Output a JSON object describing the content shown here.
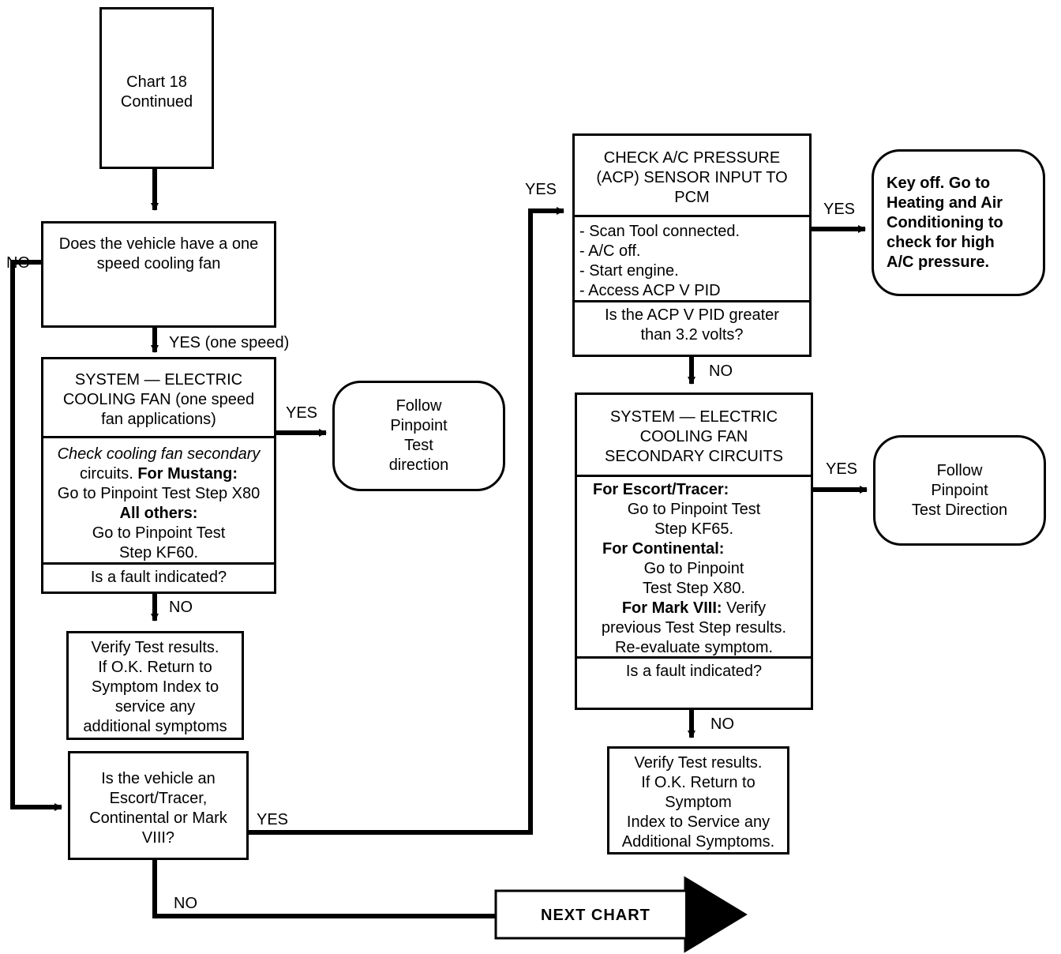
{
  "start": {
    "line1": "Chart 18",
    "line2": "Continued"
  },
  "q_one_speed": {
    "line1": "Does the vehicle have a one",
    "line2": "speed cooling fan"
  },
  "sys_fan": {
    "title": [
      "SYSTEM — ELECTRIC",
      "COOLING FAN (one speed",
      "fan applications)"
    ],
    "body1": "Check cooling fan secondary",
    "body2a": "circuits.",
    "body2b": "For Mustang:",
    "body3": "Go to Pinpoint Test Step X80",
    "body4": "All others:",
    "body5": "Go to Pinpoint Test",
    "body6": "Step KF60.",
    "question": "Is a fault indicated?"
  },
  "follow1": [
    "Follow",
    "Pinpoint",
    "Test",
    "direction"
  ],
  "verify1": [
    "Verify Test results.",
    "If O.K. Return to",
    "Symptom Index to",
    "service any",
    "additional symptoms"
  ],
  "q_vehicle": [
    "Is the vehicle an",
    "Escort/Tracer,",
    "Continental or Mark",
    "VIII?"
  ],
  "acp": {
    "title": [
      "CHECK A/C PRESSURE",
      "(ACP) SENSOR INPUT TO",
      "PCM"
    ],
    "steps": [
      "- Scan Tool connected.",
      "- A/C off.",
      "- Start engine.",
      "- Access ACP V PID"
    ],
    "question": [
      "Is the ACP V PID greater",
      "than 3.2 volts?"
    ]
  },
  "keyoff": [
    "Key off. Go to",
    "Heating and Air",
    "Conditioning to",
    "check for high",
    "A/C pressure."
  ],
  "sys_secondary": {
    "title": [
      "SYSTEM — ELECTRIC",
      "COOLING FAN",
      "SECONDARY CIRCUITS"
    ],
    "b1": "For Escort/Tracer:",
    "b2": "Go to Pinpoint Test",
    "b3": "Step KF65.",
    "b4": "For Continental:",
    "b5": "Go to Pinpoint",
    "b6": "Test Step X80.",
    "b7a": "For Mark VIII:",
    "b7b": "Verify",
    "b8": "previous Test Step results.",
    "b9": "Re-evaluate symptom.",
    "question": "Is a fault indicated?"
  },
  "follow2": [
    "Follow",
    "Pinpoint",
    "Test Direction"
  ],
  "verify2": [
    "Verify Test results.",
    "If O.K. Return to",
    "Symptom",
    "Index to Service any",
    "Additional Symptoms."
  ],
  "next_chart": "NEXT CHART",
  "labels": {
    "no_left": "NO",
    "yes_one_speed": "YES (one speed)",
    "yes_follow1": "YES",
    "no_verify1": "NO",
    "yes_vehicle": "YES",
    "no_next": "NO",
    "yes_acp_top": "YES",
    "yes_keyoff": "YES",
    "no_secondary": "NO",
    "yes_follow2": "YES",
    "no_verify2": "NO"
  }
}
